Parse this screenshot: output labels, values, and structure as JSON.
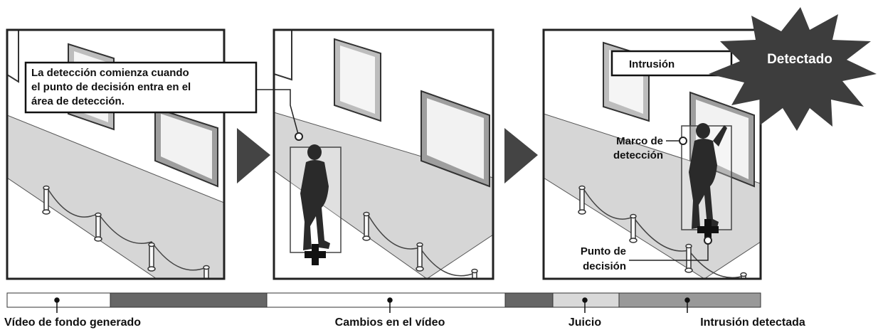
{
  "callouts": {
    "start_line1": "La detección comienza cuando",
    "start_line2": "el punto de decisión entra en el",
    "start_line3": "área de detección.",
    "intrusion": "Intrusión",
    "detected": "Detectado",
    "frame_line1": "Marco de",
    "frame_line2": "detección",
    "point_line1": "Punto de",
    "point_line2": "decisión"
  },
  "timeline": {
    "segments": [
      {
        "name": "background",
        "color": "#ffffff"
      },
      {
        "name": "bg-processing",
        "color": "#666666"
      },
      {
        "name": "changes",
        "color": "#ffffff"
      },
      {
        "name": "changes-end",
        "color": "#666666"
      },
      {
        "name": "judgment",
        "color": "#d9d9d9"
      },
      {
        "name": "intrusion",
        "color": "#999999"
      }
    ],
    "labels": [
      "Vídeo de fondo generado",
      "Cambios en el vídeo",
      "Juicio",
      "Intrusión detectada"
    ]
  },
  "colors": {
    "frame_border": "#222222",
    "walkway": "#d6d6d6",
    "wall": "#ffffff",
    "arrow": "#444444",
    "burst": "#3d3d3d",
    "person": "#2a2a2a"
  }
}
